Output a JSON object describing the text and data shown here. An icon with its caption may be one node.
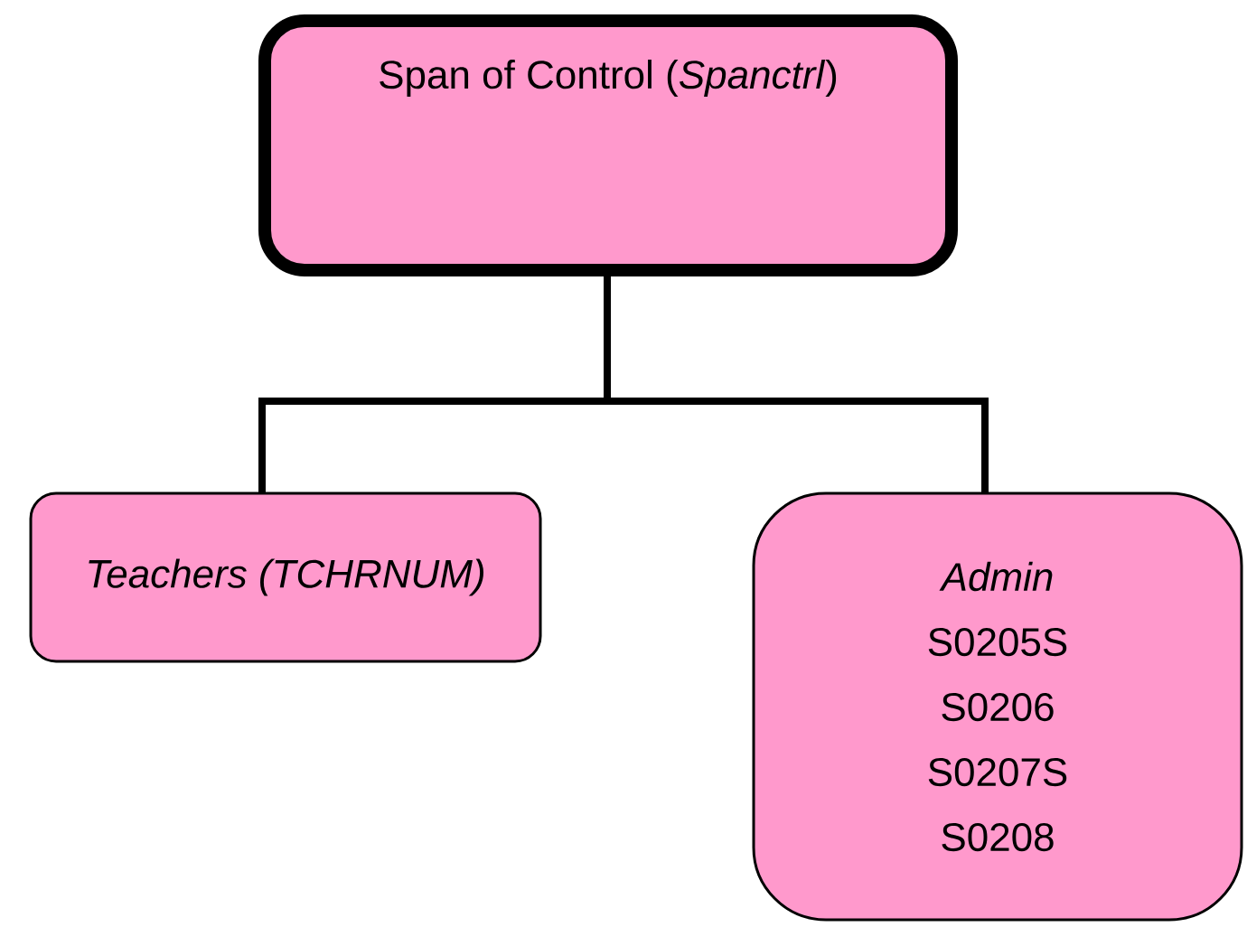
{
  "diagram": {
    "nodes": [
      {
        "text": [
          "Span of Control (*Spanctrl*)"
        ]
      },
      {
        "text": [
          "Teachers (TCHRNUM)"
        ]
      },
      {
        "text": [
          "Admin",
          "S0205S S0206 S0207S S0208"
        ]
      }
    ],
    "edges": [
      {
        "from": 0,
        "to": 1,
        "arrow": "none"
      },
      {
        "from": 0,
        "to": 2,
        "arrow": "none"
      }
    ]
  }
}
